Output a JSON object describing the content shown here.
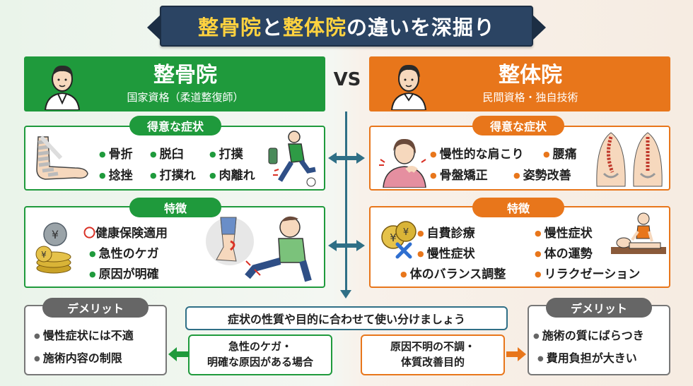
{
  "title": {
    "part1": "整骨院",
    "part2": "と",
    "part3": "整体院",
    "part4": "の違いを深掘り"
  },
  "vs": "VS",
  "left": {
    "name": "整骨院",
    "qualification": "国家資格（柔道整復師）",
    "strengths": {
      "label": "得意な症状",
      "items": [
        "骨折",
        "脱臼",
        "打撲",
        "捻挫",
        "打撲れ",
        "肉離れ"
      ]
    },
    "features": {
      "label": "特徴",
      "items": [
        "健康保険適用",
        "急性のケガ",
        "原因が明確"
      ]
    },
    "demerit": {
      "label": "デメリット",
      "items": [
        "慢性症状には不適",
        "施術内容の制限"
      ]
    },
    "case": [
      "急性のケガ・",
      "明確な原因がある場合"
    ]
  },
  "right": {
    "name": "整体院",
    "qualification": "民間資格・独自技術",
    "strengths": {
      "label": "得意な症状",
      "items": [
        "慢性的な肩こり",
        "腰痛",
        "骨盤矯正",
        "姿勢改善"
      ]
    },
    "features": {
      "label": "特徴",
      "items": [
        "自費診療",
        "慢性症状",
        "慢性症状",
        "体の運勢",
        "体のバランス調整",
        "リラクゼーション"
      ]
    },
    "demerit": {
      "label": "デメリット",
      "items": [
        "施術の質にばらつき",
        "費用負担が大きい"
      ]
    },
    "case": [
      "原因不明の不調・",
      "体質改善目的"
    ]
  },
  "center_message": "症状の性質や目的に合わせて使い分けましょう",
  "colors": {
    "green": "#1f9a3c",
    "orange": "#e8761b",
    "navy": "#2b4463",
    "teal": "#2f6f86",
    "gray": "#666666",
    "yellow": "#ffd23f"
  },
  "icons": [
    "doctor-icon",
    "therapist-icon",
    "bandage-arm-icon",
    "soccer-player-icon",
    "shoulder-pain-icon",
    "spine-icon",
    "yen-coins-icon",
    "injured-leg-icon",
    "sitting-injured-icon",
    "cross-mark-icon",
    "massage-icon"
  ]
}
